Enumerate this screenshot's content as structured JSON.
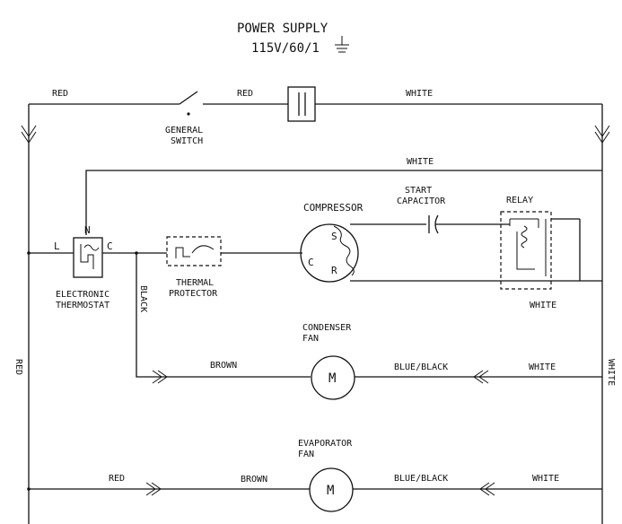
{
  "power_supply": {
    "title": "POWER SUPPLY",
    "rating": "115V/60/1"
  },
  "wires": {
    "red_left_top": "RED",
    "red_mid_top": "RED",
    "white_top": "WHITE",
    "white_upper": "WHITE",
    "white_relay": "WHITE",
    "black_vertical": "BLACK",
    "red_left_vertical": "RED",
    "white_right_vertical": "WHITE",
    "brown_condenser": "BROWN",
    "blue_black_condenser": "BLUE/BLACK",
    "white_condenser": "WHITE",
    "red_evaporator": "RED",
    "brown_evaporator": "BROWN",
    "blue_black_evaporator": "BLUE/BLACK",
    "white_evaporator": "WHITE"
  },
  "components": {
    "general_switch_line1": "GENERAL",
    "general_switch_line2": "SWITCH",
    "thermostat_line1": "ELECTRONIC",
    "thermostat_line2": "THERMOSTAT",
    "thermostat_pin_l": "L",
    "thermostat_pin_n": "N",
    "thermostat_pin_c": "C",
    "thermal_line1": "THERMAL",
    "thermal_line2": "PROTECTOR",
    "compressor": "COMPRESSOR",
    "compressor_s": "S",
    "compressor_c": "C",
    "compressor_r": "R",
    "start_cap_line1": "START",
    "start_cap_line2": "CAPACITOR",
    "relay": "RELAY",
    "condenser_fan_line1": "CONDENSER",
    "condenser_fan_line2": "FAN",
    "condenser_motor": "M",
    "evaporator_fan_line1": "EVAPORATOR",
    "evaporator_fan_line2": "FAN",
    "evaporator_motor": "M"
  }
}
